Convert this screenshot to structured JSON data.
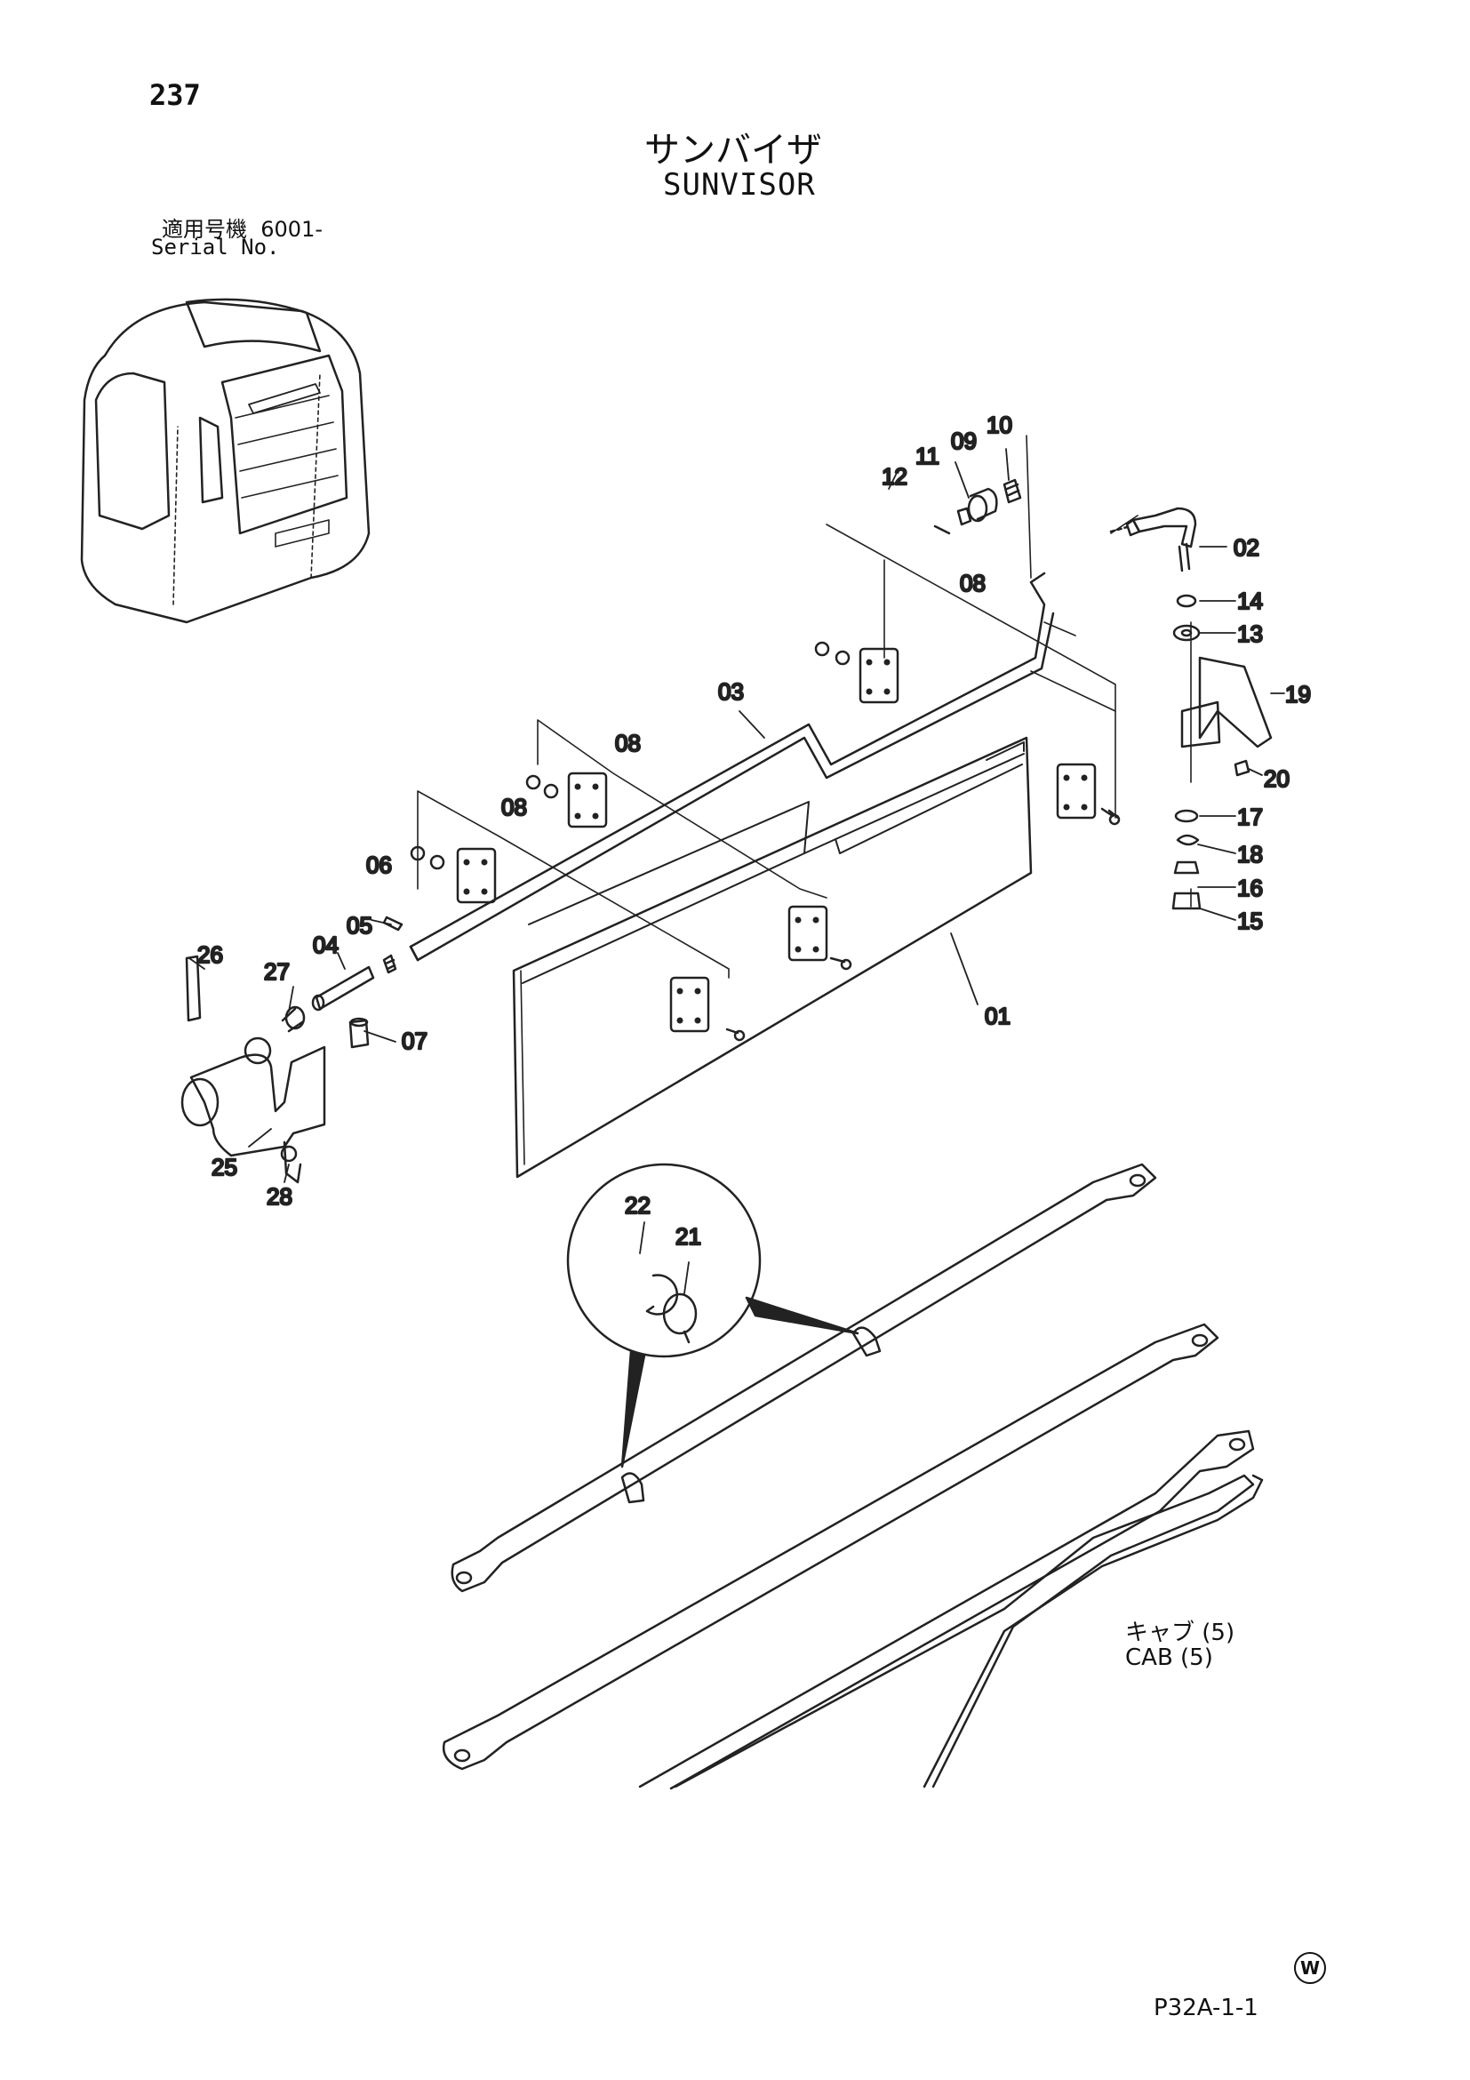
{
  "page": {
    "number": "237",
    "figure_code": "P32A-1-1",
    "mark": "W"
  },
  "title": {
    "ja": "サンバイザ",
    "en": "SUNVISOR"
  },
  "serial": {
    "ja_label": "適用号機",
    "range": "6001-",
    "en_label": "Serial No."
  },
  "assembly": {
    "ja": "キャブ (5)",
    "en": "CAB (5)"
  },
  "callouts": [
    "01",
    "02",
    "03",
    "04",
    "05",
    "06",
    "07",
    "08",
    "08",
    "08",
    "09",
    "10",
    "11",
    "12",
    "13",
    "14",
    "15",
    "16",
    "17",
    "18",
    "19",
    "20",
    "21",
    "22",
    "25",
    "26",
    "27",
    "28"
  ]
}
